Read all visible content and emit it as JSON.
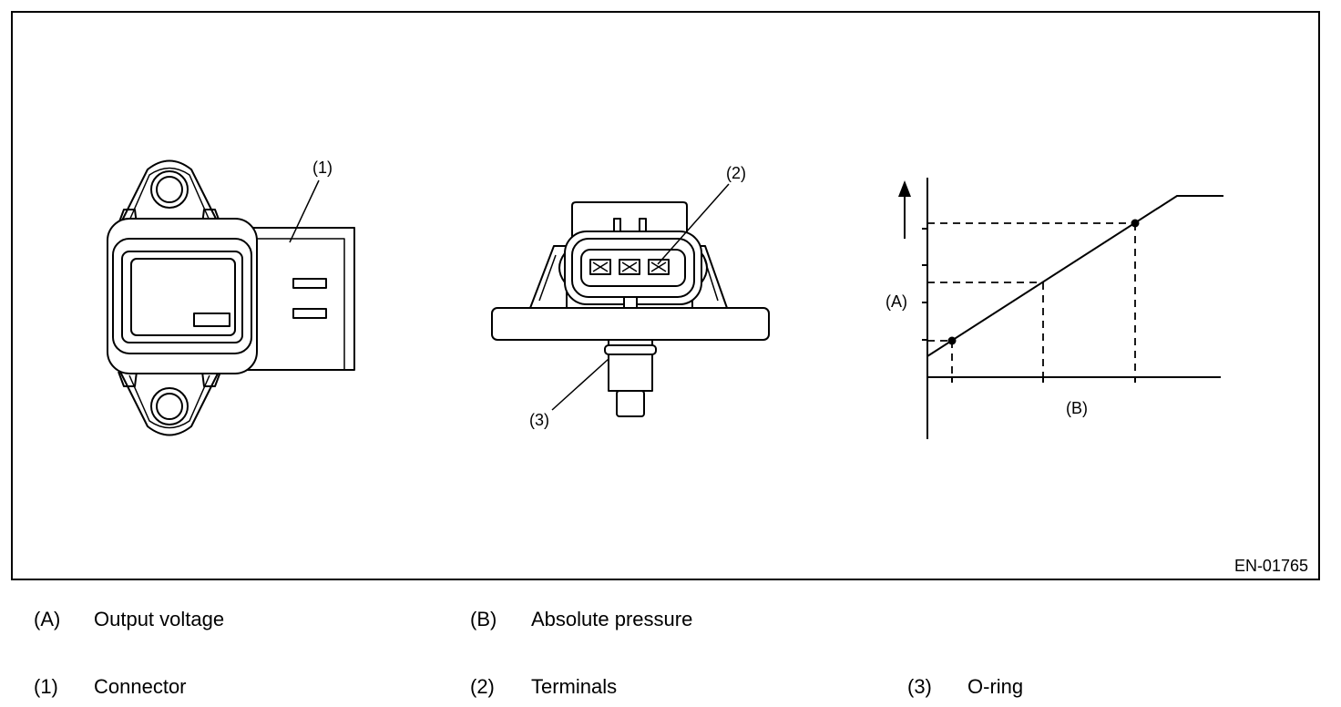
{
  "figure": {
    "code": "EN-01765",
    "callouts": {
      "c1": "(1)",
      "c2": "(2)",
      "c3": "(3)"
    },
    "graph": {
      "y_axis_label": "(A)",
      "x_axis_label": "(B)"
    }
  },
  "legend": {
    "row1": [
      {
        "key": "(A)",
        "text": "Output voltage"
      },
      {
        "key": "(B)",
        "text": "Absolute pressure"
      }
    ],
    "row2": [
      {
        "key": "(1)",
        "text": "Connector"
      },
      {
        "key": "(2)",
        "text": "Terminals"
      },
      {
        "key": "(3)",
        "text": "O-ring"
      }
    ]
  }
}
